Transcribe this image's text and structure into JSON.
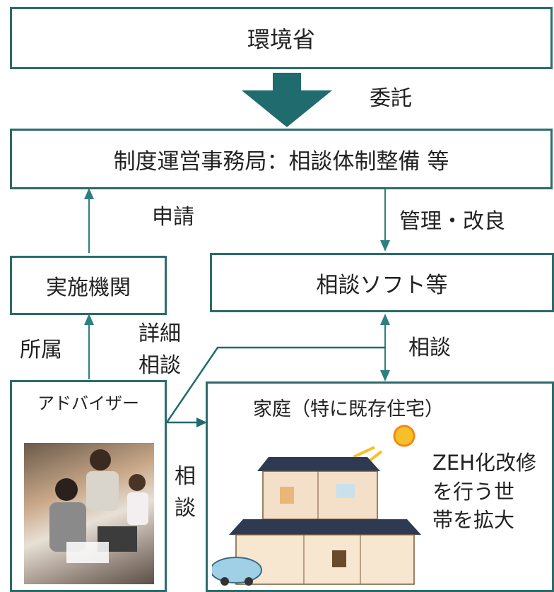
{
  "moe": "環境省",
  "itaku": "委託",
  "jimukyoku": "制度運営事務局：相談体制整備 等",
  "shinsei": "申請",
  "kanri": "管理・改良",
  "jisshi": "実施機関",
  "soft": "相談ソフト等",
  "shozoku": "所属",
  "shosai": [
    "詳細",
    "相談"
  ],
  "soudan_right": "相談",
  "soudan_left": [
    "相",
    "談"
  ],
  "adviser": "アドバイザー",
  "katei": "家庭（特に既存住宅）",
  "zeh": [
    "ZEH化改修",
    "を行う世",
    "帯を拡大"
  ],
  "colors": {
    "border": "#2c6b6b",
    "arrow": "#1f6b6e",
    "connector": "#2e8080"
  }
}
